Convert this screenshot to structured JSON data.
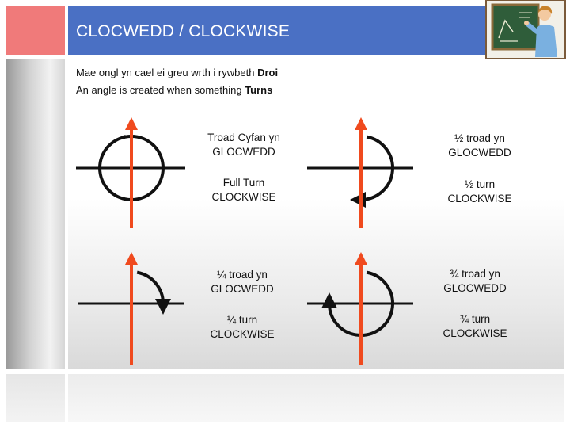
{
  "header": {
    "title": "CLOCWEDD / CLOCKWISE"
  },
  "intro": {
    "line1_prefix": "Mae ongl yn cael ei greu wrth i rywbeth ",
    "line1_bold": "Droi",
    "line2_prefix": "An angle is created when something ",
    "line2_bold": "Turns"
  },
  "turns": [
    {
      "fraction_of_turn": 1.0,
      "welsh_l1": "Troad Cyfan yn",
      "welsh_l2": "GLOCWEDD",
      "english_l1": "Full Turn",
      "english_l2": "CLOCKWISE"
    },
    {
      "fraction_of_turn": 0.5,
      "welsh_l1": "½ troad yn",
      "welsh_l2": "GLOCWEDD",
      "english_l1": "½ turn",
      "english_l2": "CLOCKWISE"
    },
    {
      "fraction_of_turn": 0.25,
      "welsh_l1": "¼ troad yn",
      "welsh_l2": "GLOCWEDD",
      "english_l1": "¼ turn",
      "english_l2": "CLOCKWISE"
    },
    {
      "fraction_of_turn": 0.75,
      "welsh_l1": "¾ troad yn",
      "welsh_l2": "GLOCWEDD",
      "english_l1": "¾ turn",
      "english_l2": "CLOCKWISE"
    }
  ],
  "colors": {
    "header": "#4a70c4",
    "accent_red": "#f07a7a",
    "arrow_orange": "#f04a1e",
    "arc_black": "#111111"
  },
  "icons": {
    "teacher_clipart": "teacher-at-chalkboard-icon"
  }
}
